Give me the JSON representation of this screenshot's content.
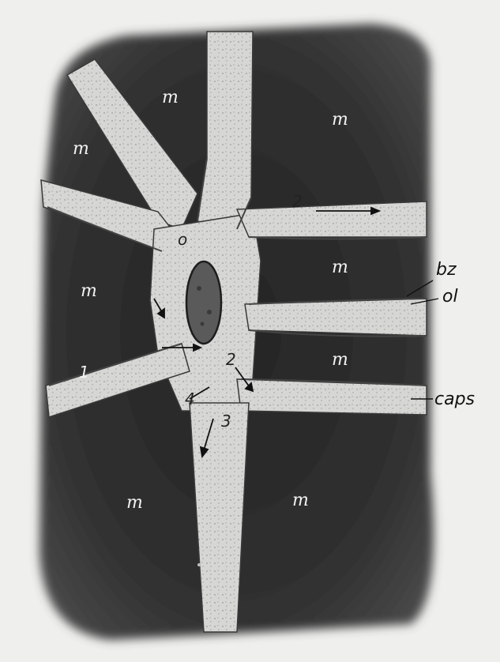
{
  "figure": {
    "region_label": "m",
    "numbers": {
      "one": "1",
      "two": "2",
      "two_b": "2",
      "three": "3",
      "four": "4",
      "o": "o"
    },
    "callouts": {
      "bz": "bz",
      "ol": "ol",
      "caps": "caps"
    },
    "colors": {
      "background": "#efefed",
      "muscle_dark": "#2b2b2b",
      "septum_light": "#cfcfcf",
      "nucleus": "#5a5a5a",
      "ink": "#111111"
    }
  }
}
